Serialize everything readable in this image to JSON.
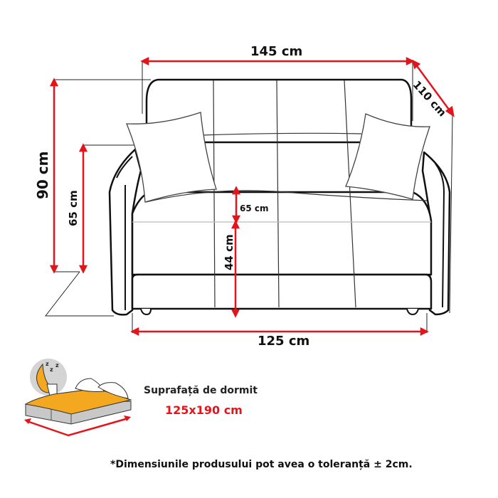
{
  "diagram": {
    "subject": "sofa-bed dimensions",
    "accent_color": "#e4141b",
    "dimensions": {
      "total_width": "145 cm",
      "depth": "110 cm",
      "total_height": "90 cm",
      "armrest_height": "65 cm",
      "seat_depth": "65 cm",
      "seat_height": "44 cm",
      "seat_width": "125 cm"
    }
  },
  "sleeping_area": {
    "icon": "bed-with-moon-icon",
    "title": "Suprafață de dormit",
    "size": "125x190 cm",
    "colors": {
      "mattress": "#f4a820",
      "base": "#c8c8c8",
      "arrow": "#e4141b",
      "moon": "#f4a820",
      "moon_bg": "#cfcfcf"
    }
  },
  "footnote": "*Dimensiunile produsului pot avea o toleranță ± 2cm."
}
